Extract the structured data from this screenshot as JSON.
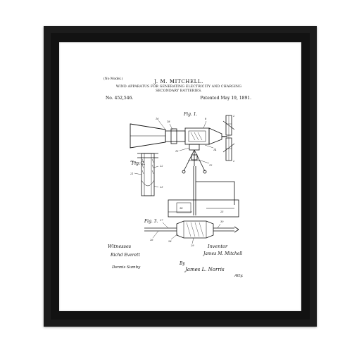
{
  "document": {
    "model_note": "(No Model.)",
    "inventor_header": "J. M. MITCHELL.",
    "title_line1": "WIND APPARATUS FOR GENERATING ELECTRICITY AND CHARGING",
    "title_line2": "SECONDARY BATTERIES.",
    "patent_number": "No. 452,546.",
    "patent_date": "Patented May 19, 1891.",
    "figure_labels": [
      "Fig. 1.",
      "Fig. 2.",
      "Fig. 3."
    ],
    "witnesses_label": "Witnesses",
    "inventor_label": "Inventor",
    "witness_signature_1": "Richd Everett",
    "witness_signature_2": "Dennis Sumby",
    "inventor_signature": "James M. Mitchell",
    "by_label": "By",
    "attorney_signature": "James L. Norris",
    "attorney_label": "Atty."
  },
  "colors": {
    "frame": "#1c1c1c",
    "mat": "#ffffff",
    "ink": "#111111"
  }
}
